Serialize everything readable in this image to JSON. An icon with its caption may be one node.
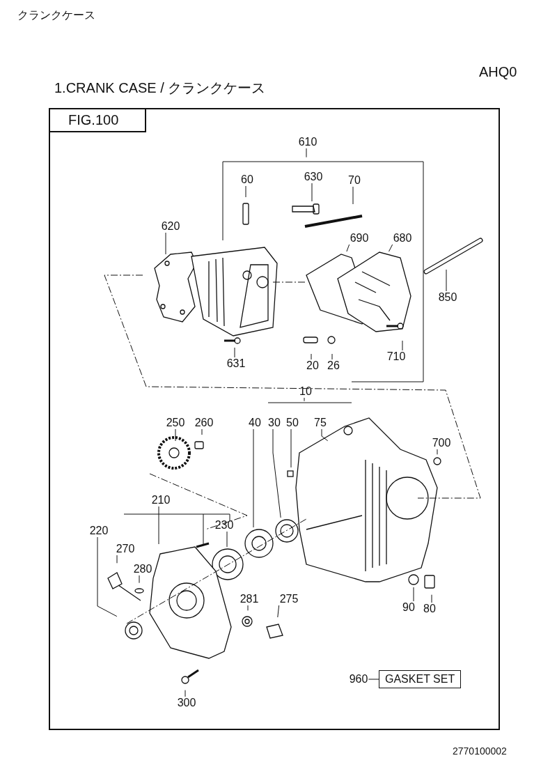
{
  "diagram": {
    "title": "1.CRANK CASE / クランクケース",
    "nodes": [
      {
        "text": [
          "FIG.100"
        ]
      },
      {
        "text": [
          "610"
        ],
        "in": 0
      },
      {
        "text": [
          "60"
        ],
        "in": 0
      },
      {
        "text": [
          "630"
        ],
        "in": 0
      },
      {
        "text": [
          "70"
        ],
        "in": 0
      },
      {
        "text": [
          "620"
        ],
        "in": 0
      },
      {
        "text": [
          "690"
        ],
        "in": 0
      },
      {
        "text": [
          "680"
        ],
        "in": 0
      },
      {
        "text": [
          "850"
        ],
        "in": 0
      },
      {
        "text": [
          "710"
        ],
        "in": 0
      },
      {
        "text": [
          "631"
        ],
        "in": 0
      },
      {
        "text": [
          "20"
        ],
        "in": 0
      },
      {
        "text": [
          "26"
        ],
        "in": 0
      },
      {
        "text": [
          "10"
        ],
        "in": 0
      },
      {
        "text": [
          "250"
        ],
        "in": 0
      },
      {
        "text": [
          "260"
        ],
        "in": 0
      },
      {
        "text": [
          "40"
        ],
        "in": 0
      },
      {
        "text": [
          "30"
        ],
        "in": 0
      },
      {
        "text": [
          "50"
        ],
        "in": 0
      },
      {
        "text": [
          "75"
        ],
        "in": 0
      },
      {
        "text": [
          "700"
        ],
        "in": 0
      },
      {
        "text": [
          "210"
        ],
        "in": 0
      },
      {
        "text": [
          "220"
        ],
        "in": 0
      },
      {
        "text": [
          "230"
        ],
        "in": 0
      },
      {
        "text": [
          "270"
        ],
        "in": 0
      },
      {
        "text": [
          "280"
        ],
        "in": 0
      },
      {
        "text": [
          "90"
        ],
        "in": 0
      },
      {
        "text": [
          "80"
        ],
        "in": 0
      },
      {
        "text": [
          "281"
        ],
        "in": 0
      },
      {
        "text": [
          "275"
        ],
        "in": 0
      },
      {
        "text": [
          "300"
        ],
        "in": 0
      },
      {
        "text": [
          "960"
        ],
        "in": 0
      },
      {
        "text": [
          "GASKET SET"
        ],
        "in": 0
      }
    ],
    "edges": [
      {
        "from": 1,
        "to": null,
        "arrow": "none"
      },
      {
        "from": 2,
        "to": null,
        "arrow": "none"
      },
      {
        "from": 3,
        "to": null,
        "arrow": "none"
      },
      {
        "from": 4,
        "to": null,
        "arrow": "none"
      },
      {
        "from": 5,
        "to": null,
        "arrow": "none"
      },
      {
        "from": 6,
        "to": null,
        "arrow": "none"
      },
      {
        "from": 7,
        "to": null,
        "arrow": "none"
      },
      {
        "from": 8,
        "to": null,
        "arrow": "none"
      },
      {
        "from": 9,
        "to": null,
        "arrow": "none"
      },
      {
        "from": 10,
        "to": null,
        "arrow": "none"
      },
      {
        "from": 11,
        "to": null,
        "arrow": "none"
      },
      {
        "from": 12,
        "to": null,
        "arrow": "none"
      },
      {
        "from": 13,
        "to": null,
        "arrow": "none"
      },
      {
        "from": 14,
        "to": null,
        "arrow": "none"
      },
      {
        "from": 15,
        "to": null,
        "arrow": "none"
      },
      {
        "from": 16,
        "to": null,
        "arrow": "none"
      },
      {
        "from": 17,
        "to": null,
        "arrow": "none"
      },
      {
        "from": 18,
        "to": null,
        "arrow": "none"
      },
      {
        "from": 19,
        "to": null,
        "arrow": "none"
      },
      {
        "from": 20,
        "to": null,
        "arrow": "none"
      },
      {
        "from": 21,
        "to": null,
        "arrow": "none"
      },
      {
        "from": 22,
        "to": null,
        "arrow": "none"
      },
      {
        "from": 23,
        "to": null,
        "arrow": "none"
      },
      {
        "from": 24,
        "to": null,
        "arrow": "none"
      },
      {
        "from": 25,
        "to": null,
        "arrow": "none"
      },
      {
        "from": 26,
        "to": null,
        "arrow": "none"
      },
      {
        "from": 27,
        "to": null,
        "arrow": "none"
      },
      {
        "from": 28,
        "to": null,
        "arrow": "none"
      },
      {
        "from": 29,
        "to": null,
        "arrow": "none"
      },
      {
        "from": 30,
        "to": null,
        "arrow": "none"
      },
      {
        "from": 31,
        "to": 32,
        "arrow": "none"
      }
    ],
    "labels": [
      "クランクケース",
      "AHQ0",
      "2770100002"
    ]
  }
}
